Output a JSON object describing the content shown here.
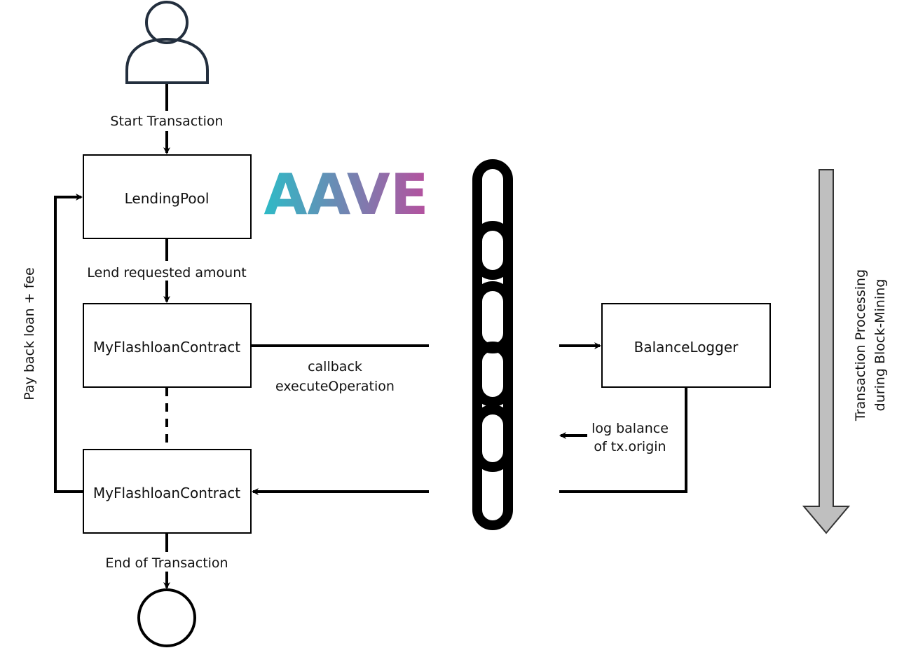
{
  "nodes": {
    "lending_pool": "LendingPool",
    "flashloan_top": "MyFlashloanContract",
    "flashloan_bottom": "MyFlashloanContract",
    "balance_logger": "BalanceLogger"
  },
  "edges": {
    "start": "Start Transaction",
    "lend": "Lend requested amount",
    "callback_line1": "callback",
    "callback_line2": "executeOperation",
    "log_line1": "log balance",
    "log_line2": "of tx.origin",
    "end": "End of Transaction",
    "pay_back": "Pay back loan + fee"
  },
  "logo": {
    "text": "AAVE",
    "gradient_start": "#2ebac6",
    "gradient_end": "#b6509e"
  },
  "side_note": {
    "line1": "Transaction Processing",
    "line2": "during Block-Mining"
  },
  "colors": {
    "stroke": "#000000",
    "user_stroke": "#232f3e",
    "arrow_fill": "#bfbfbf"
  }
}
